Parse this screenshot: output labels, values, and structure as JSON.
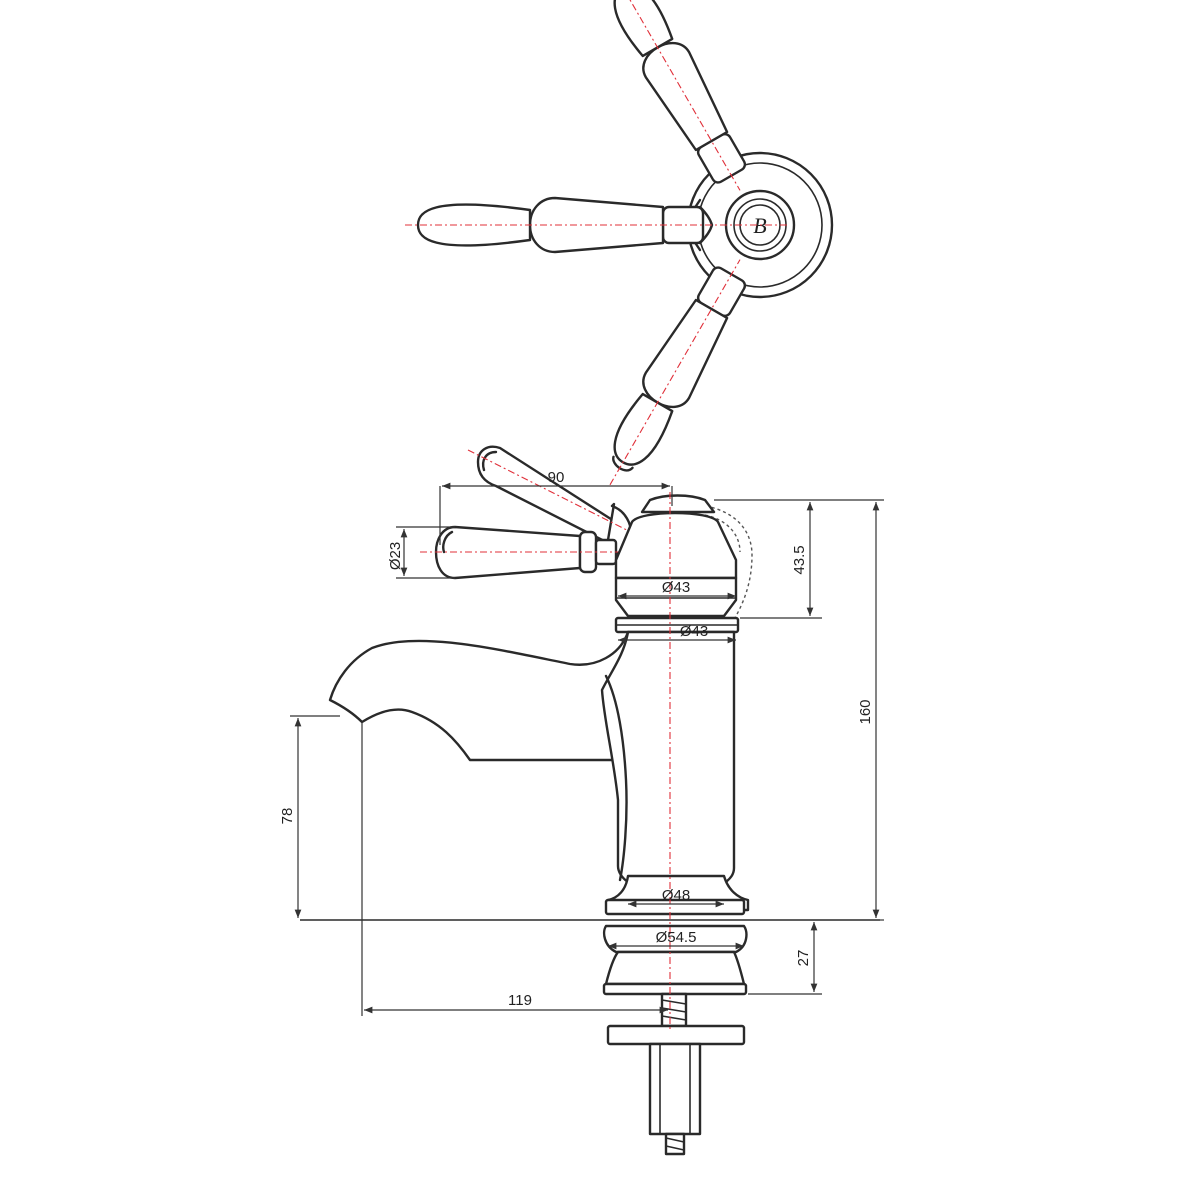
{
  "monogram": "B",
  "dimensions": {
    "handle_reach": "90",
    "handle_diameter": "Ø23",
    "head_height": "43.5",
    "head_diameter_upper": "Ø43",
    "head_diameter_lower": "Ø43",
    "overall_height": "160",
    "spout_height": "78",
    "body_diameter": "Ø48",
    "base_diameter": "Ø54.5",
    "base_height": "27",
    "spout_projection": "119"
  }
}
